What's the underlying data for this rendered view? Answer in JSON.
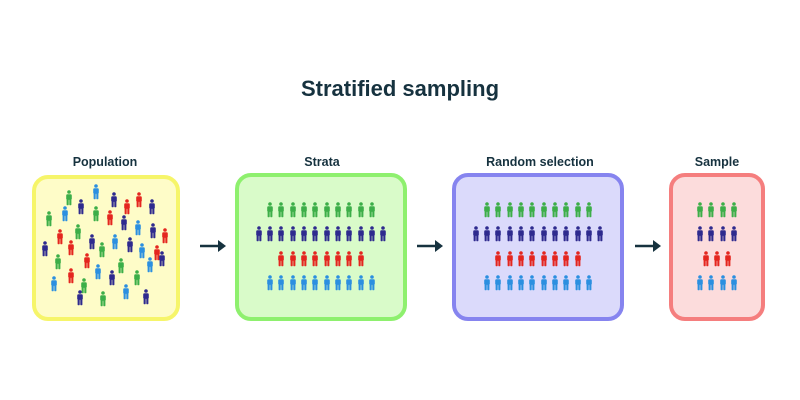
{
  "title": "Stratified sampling",
  "colors": {
    "green": "#3cae48",
    "navy": "#2e2a8e",
    "red": "#e4261f",
    "blue": "#2b8fe0",
    "arrow": "#16323f"
  },
  "icon": "person-icon",
  "panels": [
    {
      "id": "population",
      "label": "Population",
      "fill": "#fefcc8",
      "border": "#f6f56a"
    },
    {
      "id": "strata",
      "label": "Strata",
      "fill": "#d9fbc9",
      "border": "#8ef06e"
    },
    {
      "id": "random-selection",
      "label": "Random selection",
      "fill": "#dbdafb",
      "border": "#8684ef"
    },
    {
      "id": "sample",
      "label": "Sample",
      "fill": "#fcdcdc",
      "border": "#f57e7e"
    }
  ],
  "strata_rows": [
    {
      "color": "green",
      "strata_count": 10,
      "selected_count": 10,
      "sample_count": 4
    },
    {
      "color": "navy",
      "strata_count": 12,
      "selected_count": 12,
      "sample_count": 4
    },
    {
      "color": "red",
      "strata_count": 8,
      "selected_count": 8,
      "sample_count": 3
    },
    {
      "color": "blue",
      "strata_count": 10,
      "selected_count": 10,
      "sample_count": 4
    }
  ],
  "population_count": 40
}
